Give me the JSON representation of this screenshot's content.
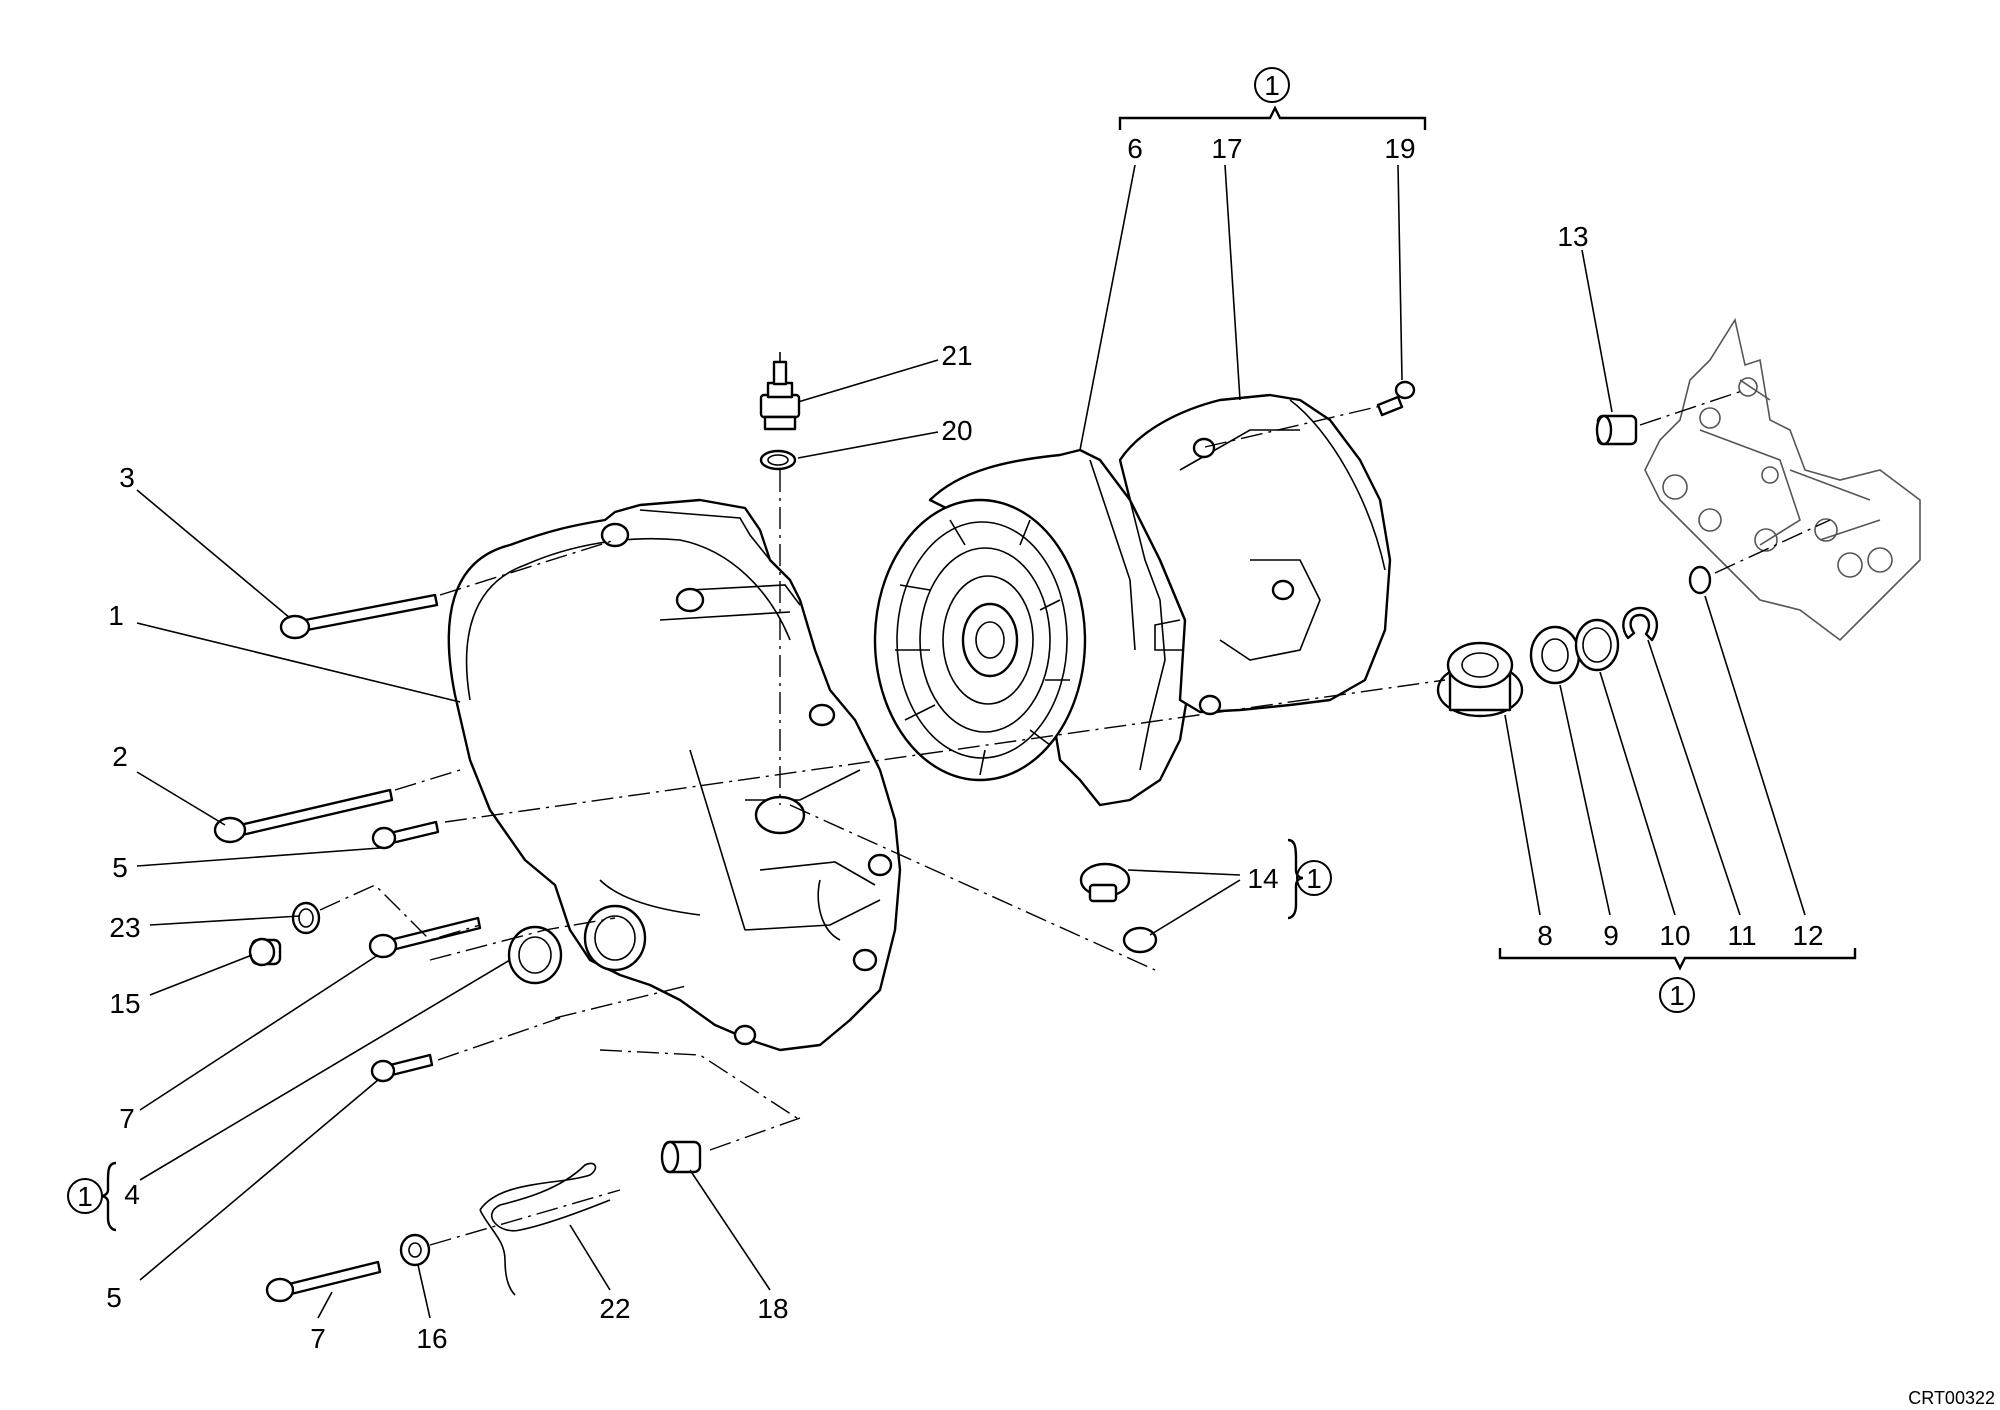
{
  "drawing_code": "CRT00322",
  "kit_symbol": "1",
  "labels": {
    "p1": "1",
    "p2": "2",
    "p3": "3",
    "p4": "4",
    "p5a": "5",
    "p5b": "5",
    "p6": "6",
    "p7a": "7",
    "p7b": "7",
    "p8": "8",
    "p9": "9",
    "p10": "10",
    "p11": "11",
    "p12": "12",
    "p13": "13",
    "p14": "14",
    "p15": "15",
    "p16": "16",
    "p17": "17",
    "p18": "18",
    "p19": "19",
    "p20": "20",
    "p21": "21",
    "p22": "22",
    "p23": "23"
  }
}
